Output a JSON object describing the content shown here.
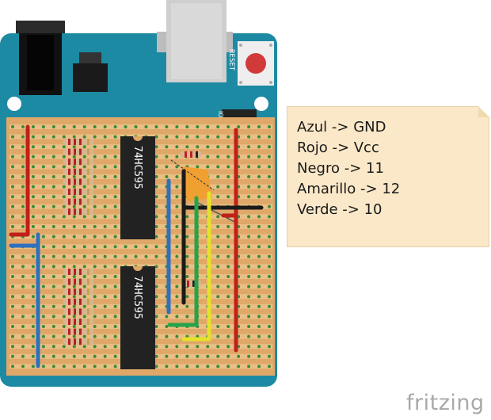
{
  "chip_label": "74HC595",
  "board_reset_label": "RESET",
  "board_header_label": "IO",
  "note": {
    "lines": [
      "Azul -> GND",
      "Rojo -> Vcc",
      "Negro -> 11",
      "Amarillo -> 12",
      "Verde -> 10"
    ]
  },
  "brand": "fritzing",
  "colors": {
    "board": "#1c8aa3",
    "stripboard": "#dfa868",
    "chip": "#222222",
    "wire_red": "#c0201a",
    "wire_blue": "#2f6fc0",
    "wire_black": "#1a1a1a",
    "wire_green": "#27a34a",
    "wire_yellow": "#e6e02a",
    "capacitor": "#f0a030"
  }
}
